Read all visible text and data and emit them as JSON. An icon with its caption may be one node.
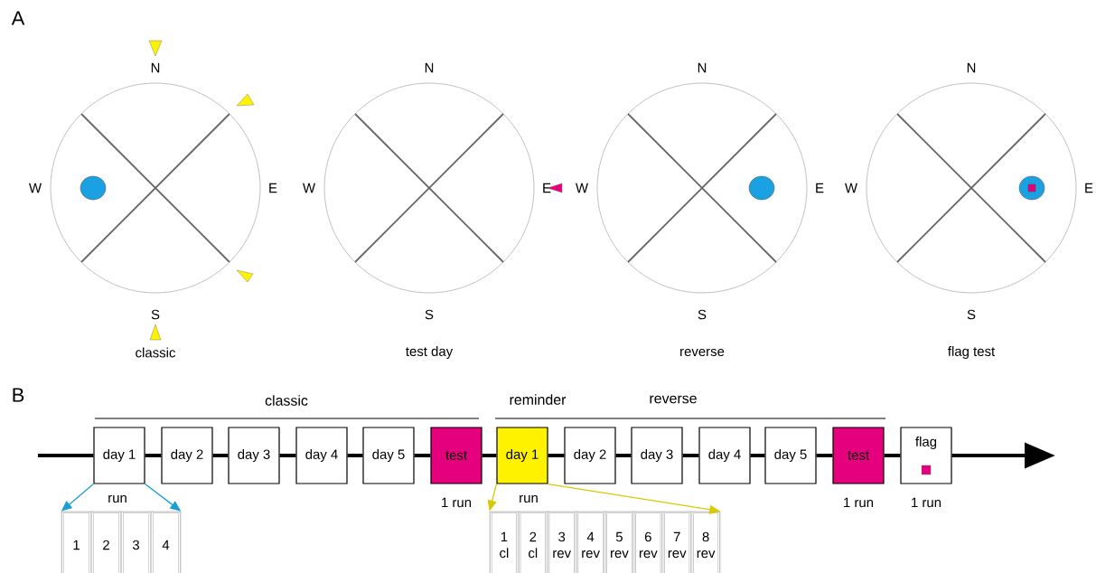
{
  "diagram": {
    "nodes": [
      {
        "text": [],
        "shape": "circle",
        "beside": [
          "N",
          "W",
          "E",
          "S",
          "classic"
        ]
      },
      {
        "text": [],
        "shape": "circle",
        "beside": [
          "N",
          "W",
          "E",
          "S",
          "test day"
        ]
      },
      {
        "text": [],
        "shape": "circle",
        "beside": [
          "N",
          "W",
          "E",
          "S",
          "reverse"
        ]
      },
      {
        "text": [],
        "shape": "circle",
        "beside": [
          "N",
          "W",
          "E",
          "S",
          "flag test"
        ]
      },
      {
        "text": [
          "day 1"
        ]
      },
      {
        "text": [
          "day 2"
        ]
      },
      {
        "text": [
          "day 3"
        ]
      },
      {
        "text": [
          "day 4"
        ]
      },
      {
        "text": [
          "day 5"
        ]
      },
      {
        "text": [
          "test"
        ],
        "beside": [
          "1 run"
        ]
      },
      {
        "text": [
          "day 1"
        ]
      },
      {
        "text": [
          "day 2"
        ]
      },
      {
        "text": [
          "day 3"
        ]
      },
      {
        "text": [
          "day 4"
        ]
      },
      {
        "text": [
          "day 5"
        ]
      },
      {
        "text": [
          "test"
        ],
        "beside": [
          "1 run"
        ]
      },
      {
        "text": [
          "flag"
        ],
        "beside": [
          "1 run"
        ]
      },
      {
        "text": [
          "run"
        ]
      },
      {
        "text": [
          "1"
        ],
        "in": 17
      },
      {
        "text": [
          "2"
        ],
        "in": 17
      },
      {
        "text": [
          "3"
        ],
        "in": 17
      },
      {
        "text": [
          "4"
        ],
        "in": 17
      },
      {
        "text": [
          "run"
        ]
      },
      {
        "text": [
          "1",
          "cl"
        ],
        "in": 22
      },
      {
        "text": [
          "2",
          "cl"
        ],
        "in": 22
      },
      {
        "text": [
          "3",
          "rev"
        ],
        "in": 22
      },
      {
        "text": [
          "4",
          "rev"
        ],
        "in": 22
      },
      {
        "text": [
          "5",
          "rev"
        ],
        "in": 22
      },
      {
        "text": [
          "6",
          "rev"
        ],
        "in": 22
      },
      {
        "text": [
          "7",
          "rev"
        ],
        "in": 22
      },
      {
        "text": [
          "8",
          "rev"
        ],
        "in": 22
      }
    ],
    "edges": [
      {
        "from": null,
        "to": 4,
        "arrow": "none"
      },
      {
        "from": 4,
        "to": 5,
        "arrow": "none"
      },
      {
        "from": 5,
        "to": 6,
        "arrow": "none"
      },
      {
        "from": 6,
        "to": 7,
        "arrow": "none"
      },
      {
        "from": 7,
        "to": 8,
        "arrow": "none"
      },
      {
        "from": 8,
        "to": 9,
        "arrow": "none"
      },
      {
        "from": 9,
        "to": 10,
        "arrow": "none"
      },
      {
        "from": 10,
        "to": 11,
        "arrow": "none"
      },
      {
        "from": 11,
        "to": 12,
        "arrow": "none"
      },
      {
        "from": 12,
        "to": 13,
        "arrow": "none"
      },
      {
        "from": 13,
        "to": 14,
        "arrow": "none"
      },
      {
        "from": 14,
        "to": 15,
        "arrow": "none"
      },
      {
        "from": 15,
        "to": 16,
        "arrow": "none"
      },
      {
        "from": 16,
        "to": null,
        "arrow": "to"
      },
      {
        "from": 4,
        "to": 17,
        "arrow": "to",
        "color": "#1b9fd4"
      },
      {
        "from": 4,
        "to": 17,
        "arrow": "to",
        "color": "#1b9fd4"
      },
      {
        "from": 10,
        "to": 22,
        "arrow": "to",
        "color": "#d8c800"
      },
      {
        "from": 10,
        "to": 22,
        "arrow": "to",
        "color": "#d8c800"
      }
    ],
    "labels": [
      "A",
      "B",
      "classic",
      "reminder",
      "reverse"
    ]
  }
}
